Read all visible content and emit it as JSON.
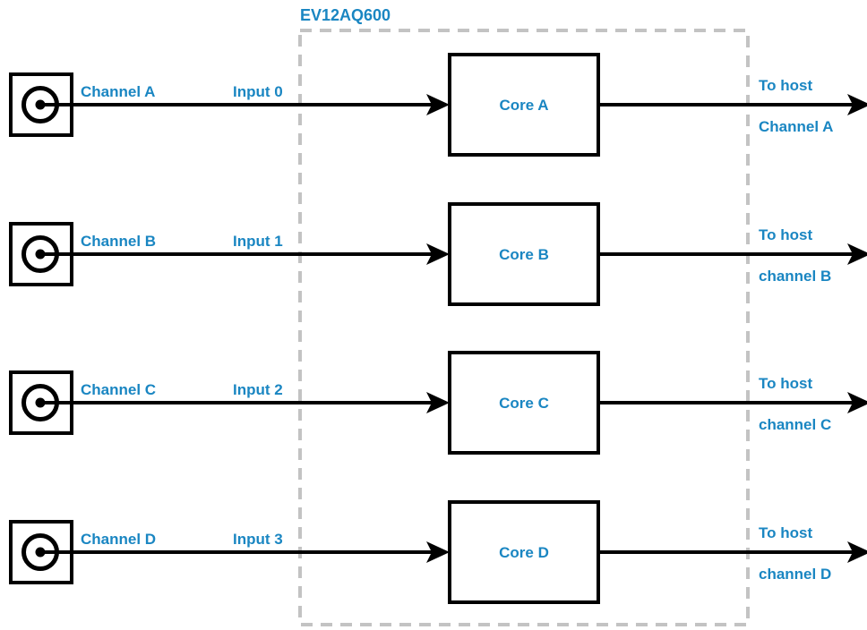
{
  "chip": {
    "name": "EV12AQ600"
  },
  "channels": [
    {
      "connector_label": "Channel A",
      "input_label": "Input 0",
      "core_label": "Core A",
      "output_line1": "To host",
      "output_line2": "Channel A"
    },
    {
      "connector_label": "Channel B",
      "input_label": "Input 1",
      "core_label": "Core B",
      "output_line1": "To host",
      "output_line2": "channel B"
    },
    {
      "connector_label": "Channel C",
      "input_label": "Input 2",
      "core_label": "Core C",
      "output_line1": "To host",
      "output_line2": "channel C"
    },
    {
      "connector_label": "Channel D",
      "input_label": "Input 3",
      "core_label": "Core D",
      "output_line1": "To host",
      "output_line2": "channel D"
    }
  ],
  "colors": {
    "label_text": "#1a86c2",
    "stroke": "#000000",
    "chip_border": "#c3c3c3"
  }
}
